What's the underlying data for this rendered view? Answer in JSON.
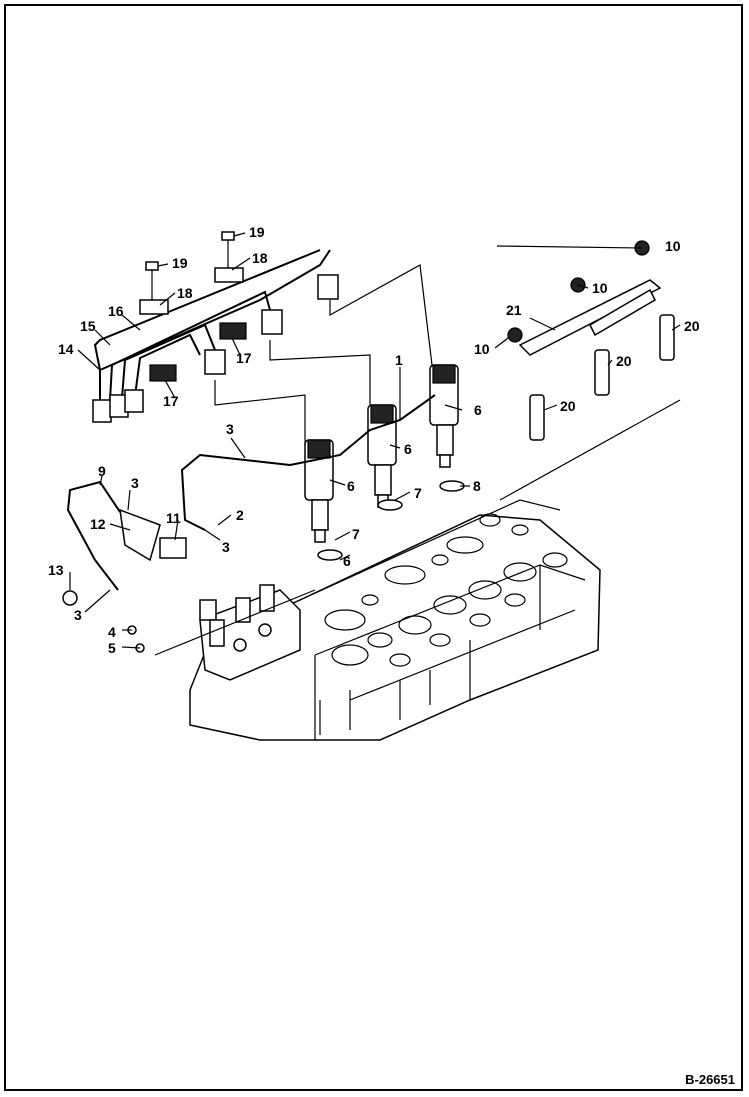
{
  "callouts": {
    "c1": "1",
    "c2": "2",
    "c3a": "3",
    "c3b": "3",
    "c3c": "3",
    "c3d": "3",
    "c4": "4",
    "c5": "5",
    "c6a": "6",
    "c6b": "6",
    "c6c": "6",
    "c6d": "6",
    "c7a": "7",
    "c7b": "7",
    "c8": "8",
    "c9": "9",
    "c10a": "10",
    "c10b": "10",
    "c10c": "10",
    "c11": "11",
    "c12": "12",
    "c13": "13",
    "c14": "14",
    "c15": "15",
    "c16": "16",
    "c17a": "17",
    "c17b": "17",
    "c18a": "18",
    "c18b": "18",
    "c19a": "19",
    "c19b": "19",
    "c20a": "20",
    "c20b": "20",
    "c20c": "20",
    "c21": "21"
  },
  "reference": "B-26651"
}
